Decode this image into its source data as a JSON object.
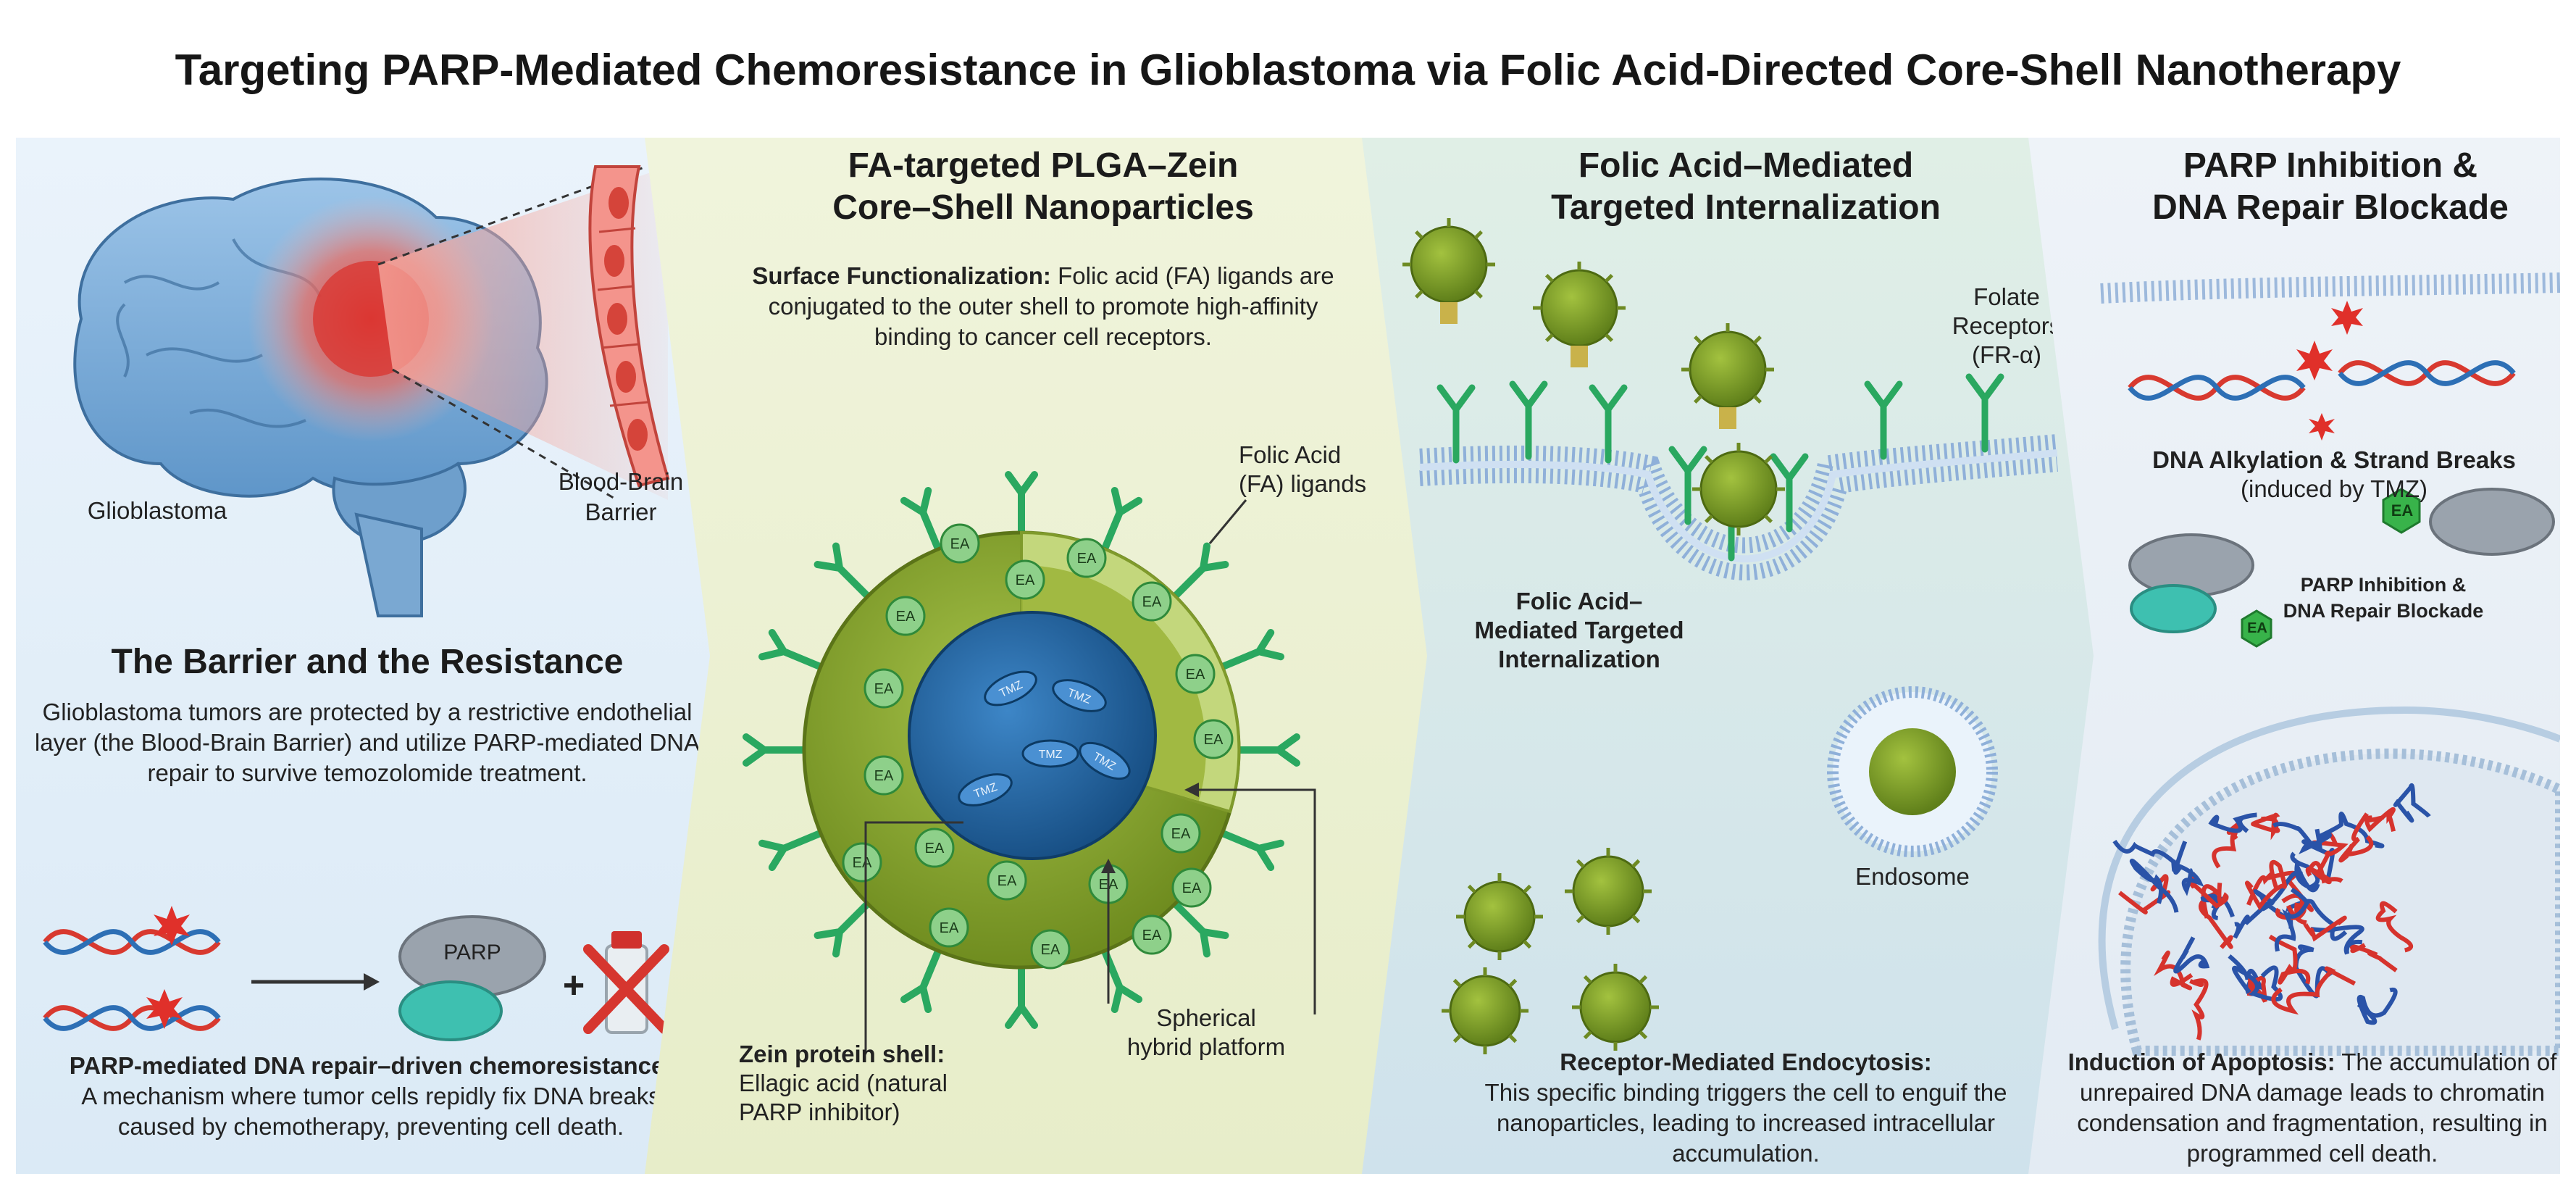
{
  "title": "Targeting PARP-Mediated Chemoresistance in Glioblastoma via Folic Acid-Directed Core-Shell Nanotherapy",
  "colors": {
    "accent_green": "#7d9a27",
    "ligand": "#2aa860",
    "core_blue": "#1d5d96",
    "tumor_red": "#e53935"
  },
  "panel1": {
    "label_glioblastoma": "Glioblastoma",
    "label_bbb_1": "Blood-Brain",
    "label_bbb_2": "Barrier",
    "heading": "The Barrier and the Resistance",
    "body": "Glioblastoma tumors are protected by a restrictive endothelial layer (the Blood-Brain Barrier) and utilize PARP-mediated DNA repair to survive temozolomide treatment.",
    "parp_label": "PARP",
    "plus": "+",
    "caption_bold": "PARP-mediated DNA repair–driven chemoresistance:",
    "caption": "A mechanism where tumor cells repidly fix DNA breaks caused by chemotherapy, preventing cell death."
  },
  "panel2": {
    "heading_1": "FA-targeted PLGA–Zein",
    "heading_2": "Core–Shell Nanoparticles",
    "desc_bold": "Surface Functionalization:",
    "desc": "Folic acid (FA) ligands are conjugated to the outer shell to promote high-affinity binding to cancer cell receptors.",
    "ligand_label_1": "Folic Acid",
    "ligand_label_2": "(FA) ligands",
    "ea": "EA",
    "tmz": "TMZ",
    "shell_label_bold": "Zein protein shell:",
    "shell_label": "Ellagic acid (natural PARP inhibitor)",
    "platform_label": "Spherical hybrid platform"
  },
  "panel3": {
    "heading_1": "Folic Acid–Mediated",
    "heading_2": "Targeted Internalization",
    "receptor_label_1": "Folate",
    "receptor_label_2": "Receptors",
    "receptor_label_3": "(FR-α)",
    "inner_label_1": "Folic Acid–",
    "inner_label_2": "Mediated Targeted",
    "inner_label_3": "Internalization",
    "endosome": "Endosome",
    "caption_bold": "Receptor-Mediated Endocytosis:",
    "caption": "This specific binding triggers the cell to enguif the nanoparticles, leading to increased intracellular accumulation."
  },
  "panel4": {
    "heading_1": "PARP Inhibition &",
    "heading_2": "DNA Repair Blockade",
    "dna_label": "DNA Alkylation & Strand Breaks",
    "dna_sub": "(induced by TMZ)",
    "ea": "EA",
    "inhib_label_1": "PARP Inhibition &",
    "inhib_label_2": "DNA Repair Blockade",
    "caption_bold": "Induction of Apoptosis:",
    "caption": "The accumulation of unrepaired DNA damage leads to chromatin condensation and fragmentation, resulting in programmed cell death."
  }
}
